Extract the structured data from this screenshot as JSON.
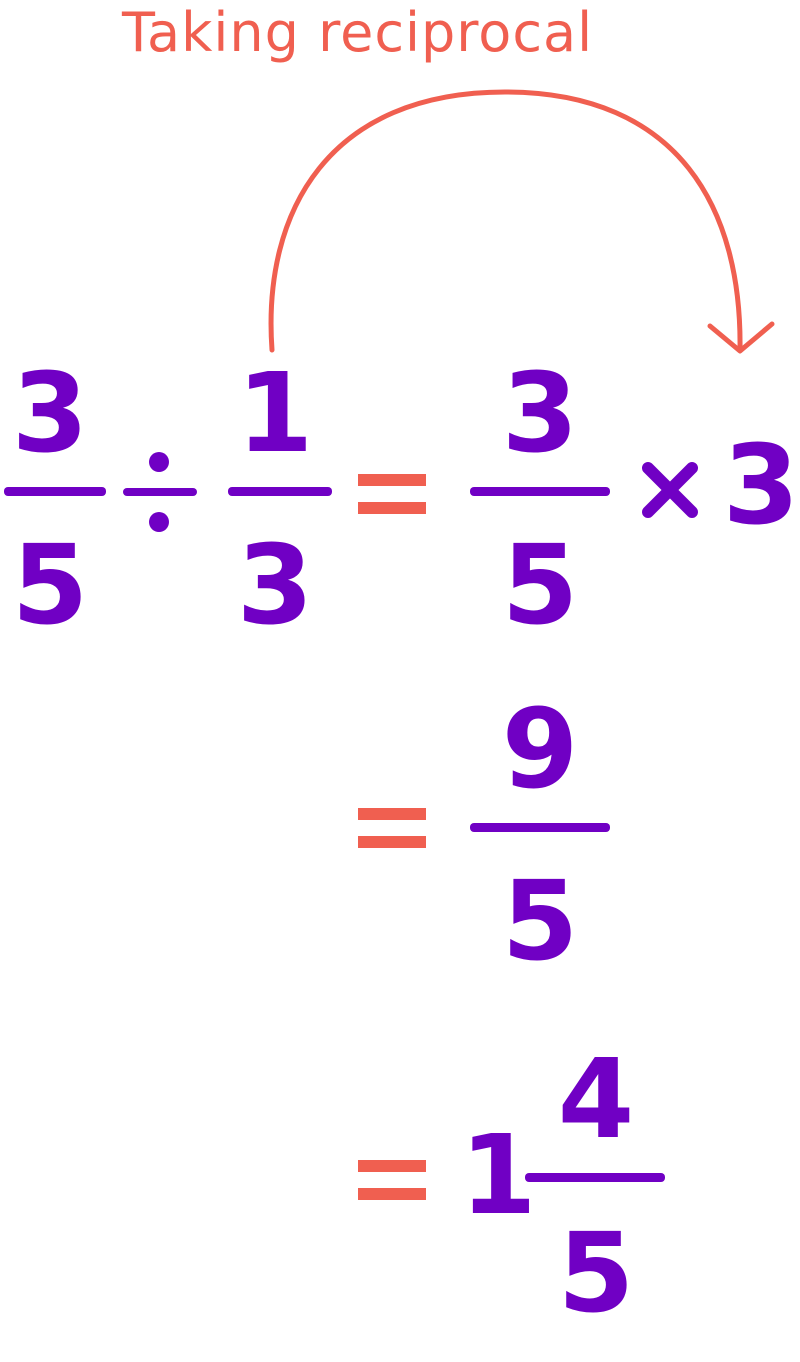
{
  "annotation": {
    "text": "Taking reciprocal"
  },
  "colors": {
    "expression": "#7000c4",
    "operator_and_annotation": "#f05f50"
  },
  "line1": {
    "left": {
      "fraction_a": {
        "numerator": "3",
        "denominator": "5"
      },
      "operator": "÷",
      "fraction_b": {
        "numerator": "1",
        "denominator": "3"
      }
    },
    "equals": "=",
    "right": {
      "fraction": {
        "numerator": "3",
        "denominator": "5"
      },
      "operator": "×",
      "factor": "3"
    }
  },
  "line2": {
    "equals": "=",
    "fraction": {
      "numerator": "9",
      "denominator": "5"
    }
  },
  "line3": {
    "equals": "=",
    "whole": "1",
    "fraction": {
      "numerator": "4",
      "denominator": "5"
    }
  }
}
